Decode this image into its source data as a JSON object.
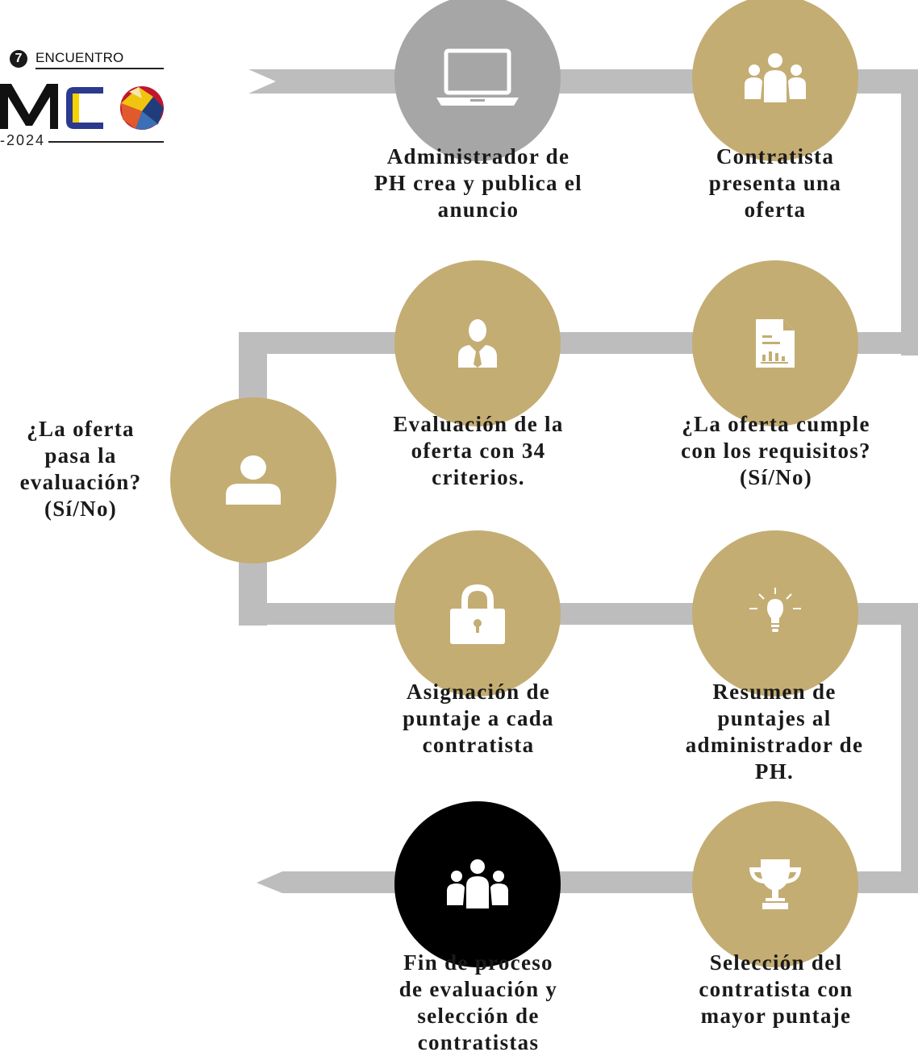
{
  "logo": {
    "number": "7",
    "word": "ENCUENTRO",
    "year": "-2024"
  },
  "colors": {
    "gold": "#c4ad73",
    "gray_circle": "#a6a6a6",
    "black_circle": "#000000",
    "track": "#bdbdbd"
  },
  "steps": [
    {
      "icon": "laptop-icon",
      "label": [
        "Administrador de",
        "PH crea y publica el",
        "anuncio"
      ]
    },
    {
      "icon": "people-icon",
      "label": [
        "Contratista",
        "presenta una",
        "oferta"
      ]
    },
    {
      "icon": "document-chart-icon",
      "label": [
        "¿La oferta cumple",
        "con los requisitos?",
        "(Sí/No)"
      ]
    },
    {
      "icon": "businessman-icon",
      "label": [
        "Evaluación de la",
        "oferta con 34",
        "criterios."
      ]
    },
    {
      "icon": "user-icon",
      "label": [
        "¿La oferta",
        "pasa la",
        "evaluación?",
        "(Sí/No)"
      ]
    },
    {
      "icon": "padlock-icon",
      "label": [
        "Asignación de",
        "puntaje a cada",
        "contratista"
      ]
    },
    {
      "icon": "lightbulb-icon",
      "label": [
        "Resumen de",
        "puntajes al",
        "administrador de",
        "PH."
      ]
    },
    {
      "icon": "trophy-icon",
      "label": [
        "Selección del",
        "contratista con",
        "mayor puntaje"
      ]
    },
    {
      "icon": "people-icon",
      "label": [
        "Fin de proceso",
        "de evaluación y",
        "selección de",
        "contratistas"
      ]
    }
  ]
}
